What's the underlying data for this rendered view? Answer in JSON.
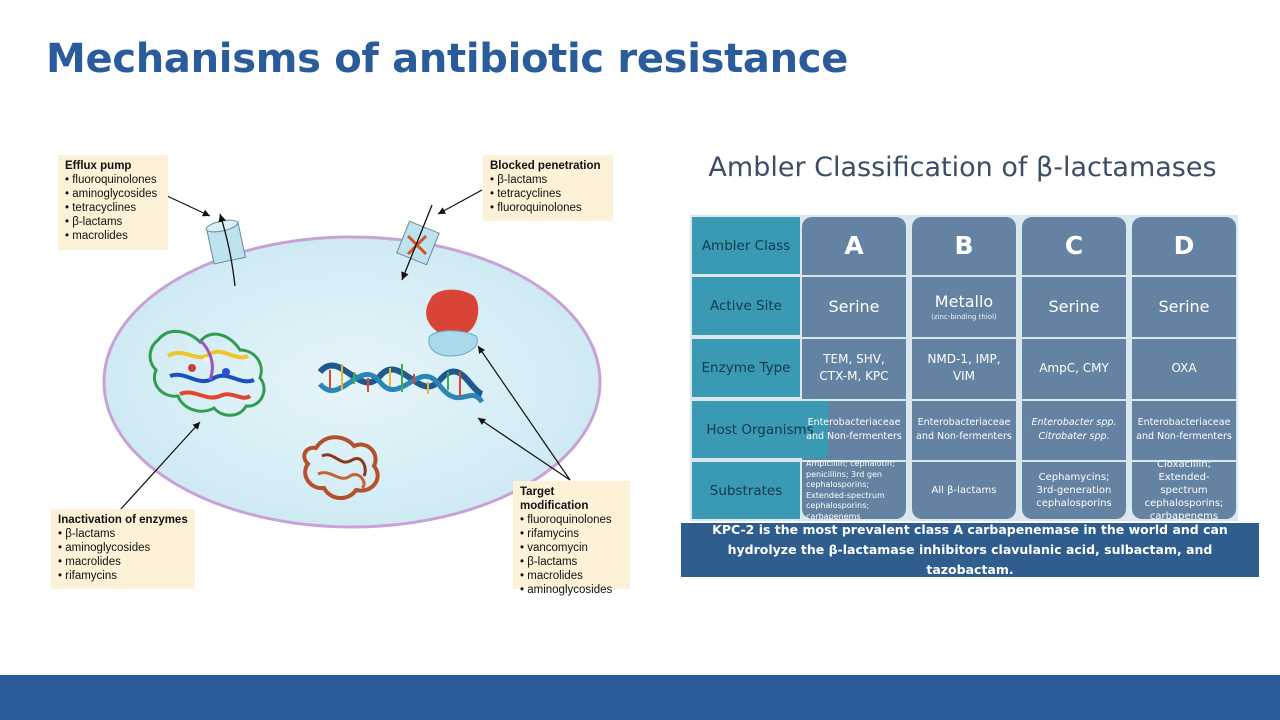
{
  "slide": {
    "title": "Mechanisms of antibiotic resistance"
  },
  "figure": {
    "efflux": {
      "title": "Efflux pump",
      "items": [
        "fluoroquinolones",
        "aminoglycosides",
        "tetracyclines",
        "β-lactams",
        "macrolides"
      ]
    },
    "blocked": {
      "title": "Blocked penetration",
      "items": [
        "β-lactams",
        "tetracyclines",
        "fluoroquinolones"
      ]
    },
    "inactivation": {
      "title": "Inactivation of enzymes",
      "items": [
        "β-lactams",
        "aminoglycosides",
        "macrolides",
        "rifamycins"
      ]
    },
    "target": {
      "title": "Target modification",
      "items": [
        "fluoroquinolones",
        "rifamycins",
        "vancomycin",
        "β-lactams",
        "macrolides",
        "aminoglycosides"
      ]
    }
  },
  "ambler": {
    "title": "Ambler Classification of β-lactamases",
    "row_labels": {
      "class": "Ambler Class",
      "site": "Active Site",
      "enzyme": "Enzyme Type",
      "host": "Host Organisms",
      "substrates": "Substrates"
    },
    "classes": [
      {
        "letter": "A",
        "site": "Serine",
        "site_note": "",
        "enzyme": "TEM, SHV, CTX-M, KPC",
        "host": "Enterobacteriaceae and Non-fermenters",
        "substrates": "Ampicillin; cephalotin; penicillins; 3rd gen cephalosporins; Extended-spectrum cephalosporins; carbapenems"
      },
      {
        "letter": "B",
        "site": "Metallo",
        "site_note": "(zinc-binding thiol)",
        "enzyme": "NMD-1, IMP, VIM",
        "host": "Enterobacteriaceae and Non-fermenters",
        "substrates": "All β-lactams"
      },
      {
        "letter": "C",
        "site": "Serine",
        "site_note": "",
        "enzyme": "AmpC, CMY",
        "host_line1": "Enterobacter spp.",
        "host_line2": "Citrobater spp.",
        "substrates": "Cephamycins; 3rd-generation cephalosporins"
      },
      {
        "letter": "D",
        "site": "Serine",
        "site_note": "",
        "enzyme": "OXA",
        "host": "Enterobacteriaceae and Non-fermenters",
        "substrates": "Cloxacillin; Extended-spectrum cephalosporins; carbapenems"
      }
    ],
    "banner": "KPC-2 is the most prevalent class A carbapenemase in the world and can hydrolyze the β-lactamase inhibitors clavulanic acid, sulbactam, and tazobactam."
  },
  "colors": {
    "title": "#2a5c9b",
    "footer": "#2a5c9b",
    "row_header": "#3a9ab3",
    "class_column": "#6483a2",
    "banner": "#2e5d8e",
    "callout_bg": "#fdf1d8",
    "cell_membrane": "#c8a2d6",
    "cytoplasm": "#d4eef6"
  }
}
